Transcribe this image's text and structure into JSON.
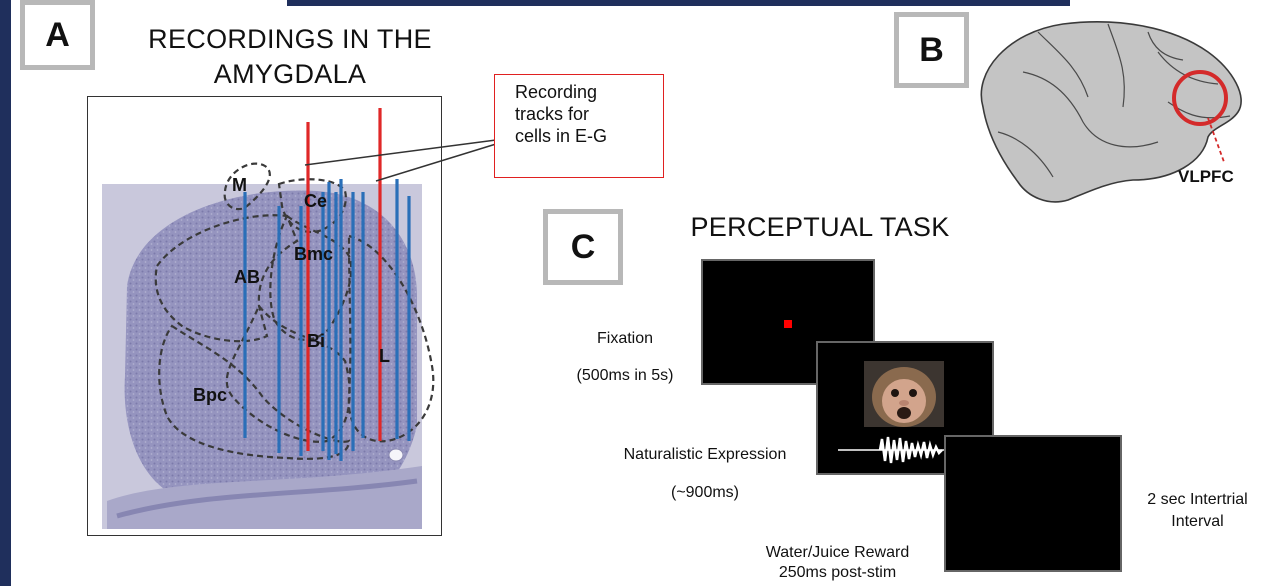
{
  "panel_a": {
    "letter": "A",
    "title_line1": "RECORDINGS IN THE",
    "title_line2": "AMYGDALA",
    "callout_line1": "Recording",
    "callout_line2": "tracks for",
    "callout_line3": "cells in E-G",
    "regions": {
      "m": "M",
      "ce": "Ce",
      "bmc": "Bmc",
      "ab": "AB",
      "bi": "Bi",
      "l": "L",
      "bpc": "Bpc"
    },
    "colors": {
      "blue_track": "#2a6fb8",
      "red_track": "#e02828",
      "tissue": "#8c8bb8"
    }
  },
  "panel_b": {
    "letter": "B",
    "area_label": "VLPFC",
    "colors": {
      "ring": "#d42a2a"
    }
  },
  "panel_c": {
    "letter": "C",
    "title": "PERCEPTUAL TASK",
    "fixation_label": "Fixation",
    "fixation_timing": "(500ms in 5s)",
    "expression_label": "Naturalistic Expression",
    "expression_timing": "(~900ms)",
    "intertrial_line1": "2 sec Intertrial",
    "intertrial_line2": "Interval",
    "reward_line1": "Water/Juice Reward",
    "reward_line2": "250ms post-stim",
    "colors": {
      "screen": "#000000",
      "fixation_dot": "#ff0000"
    }
  }
}
